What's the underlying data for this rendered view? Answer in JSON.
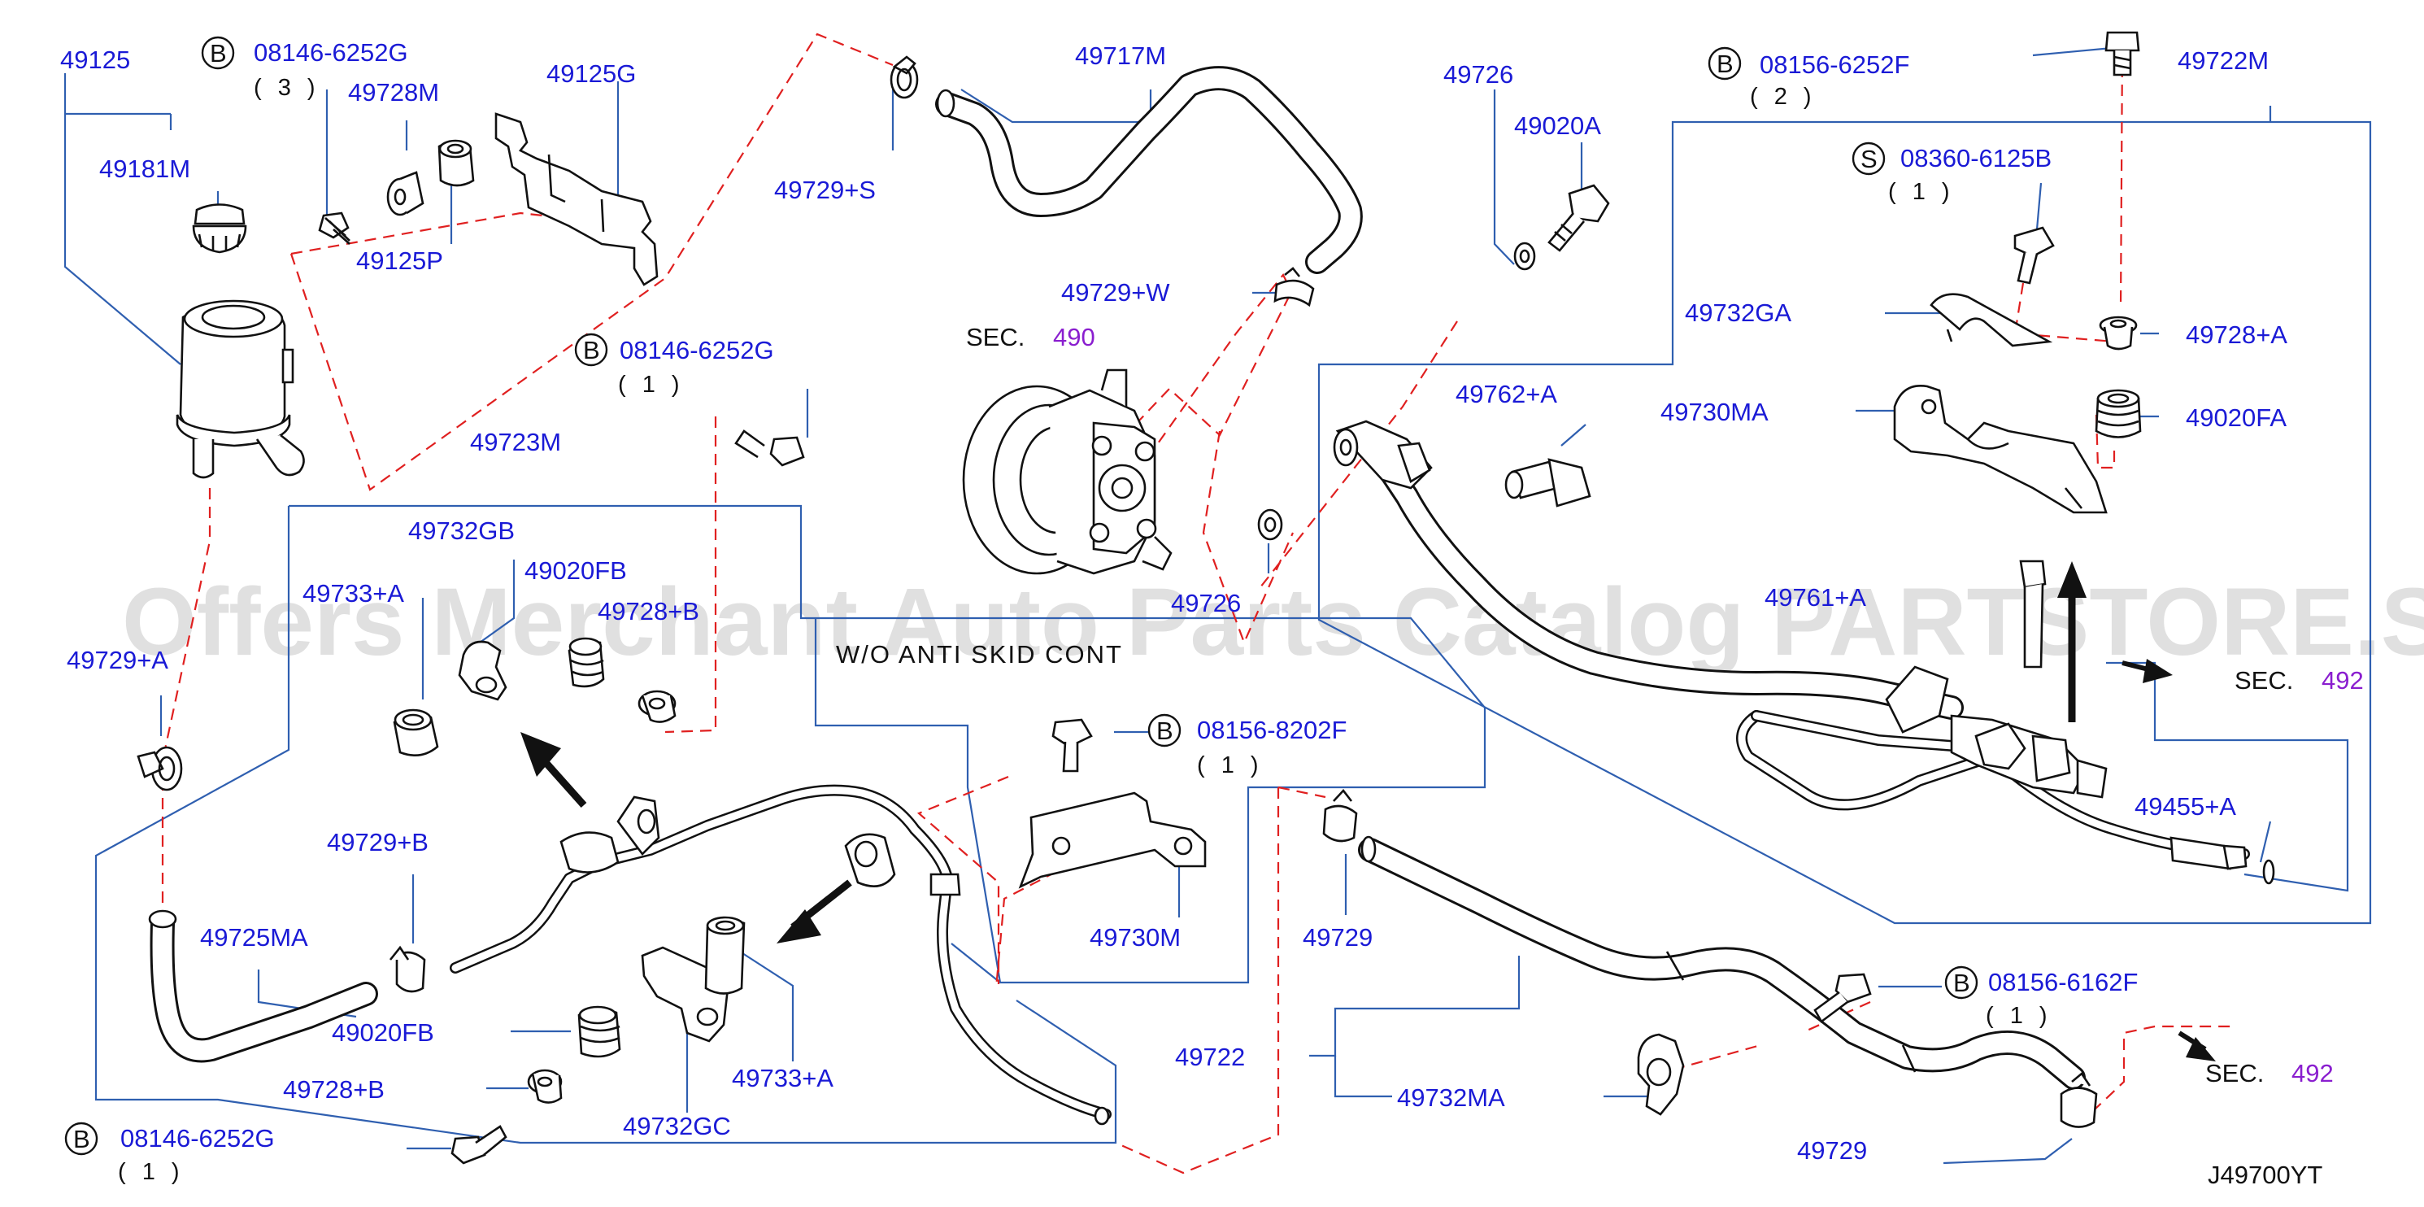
{
  "watermark": "Offers Merchant Auto Parts Catalog PARTSTORE.SA",
  "diagram_code": "J49700YT",
  "section_note": "W/O  ANTI  SKID  CONT",
  "sec_label": "SEC.",
  "sec_numbers": [
    "490",
    "492"
  ],
  "circle_letters": [
    "B",
    "S"
  ],
  "parts": {
    "p49125": "49125",
    "p49181M": "49181M",
    "p08146_6252G_3": "08146-6252G",
    "q3": "( 3 )",
    "p49728M": "49728M",
    "p49125P": "49125P",
    "p49125G": "49125G",
    "p49729S": "49729+S",
    "p49717M": "49717M",
    "p49726_top": "49726",
    "p49020A": "49020A",
    "p08156_6252F": "08156-6252F",
    "q2": "( 2 )",
    "p49722M": "49722M",
    "p08360_6125B": "08360-6125B",
    "q1a": "( 1 )",
    "p49729W": "49729+W",
    "p49732GA": "49732GA",
    "p49728A": "49728+A",
    "p08146_6252G_1a": "08146-6252G",
    "q1b": "( 1 )",
    "p49762A": "49762+A",
    "p49730MA": "49730MA",
    "p49020FA": "49020FA",
    "p49723M": "49723M",
    "p49732GB": "49732GB",
    "p49020FB_top": "49020FB",
    "p49733A_top": "49733+A",
    "p49728B_top": "49728+B",
    "p49726_mid": "49726",
    "p49761A": "49761+A",
    "p49729A": "49729+A",
    "p08156_8202F": "08156-8202F",
    "q1c": "( 1 )",
    "p49455A": "49455+A",
    "p49729B": "49729+B",
    "p49725MA": "49725MA",
    "p49730M": "49730M",
    "p49729_mid": "49729",
    "p08156_6162F": "08156-6162F",
    "q1d": "( 1 )",
    "p49020FB_bot": "49020FB",
    "p49733A_bot": "49733+A",
    "p49722": "49722",
    "p49728B_bot": "49728+B",
    "p49732MA": "49732MA",
    "p08146_6252G_1b": "08146-6252G",
    "q1e": "( 1 )",
    "p49732GC": "49732GC",
    "p49729_bot": "49729"
  }
}
